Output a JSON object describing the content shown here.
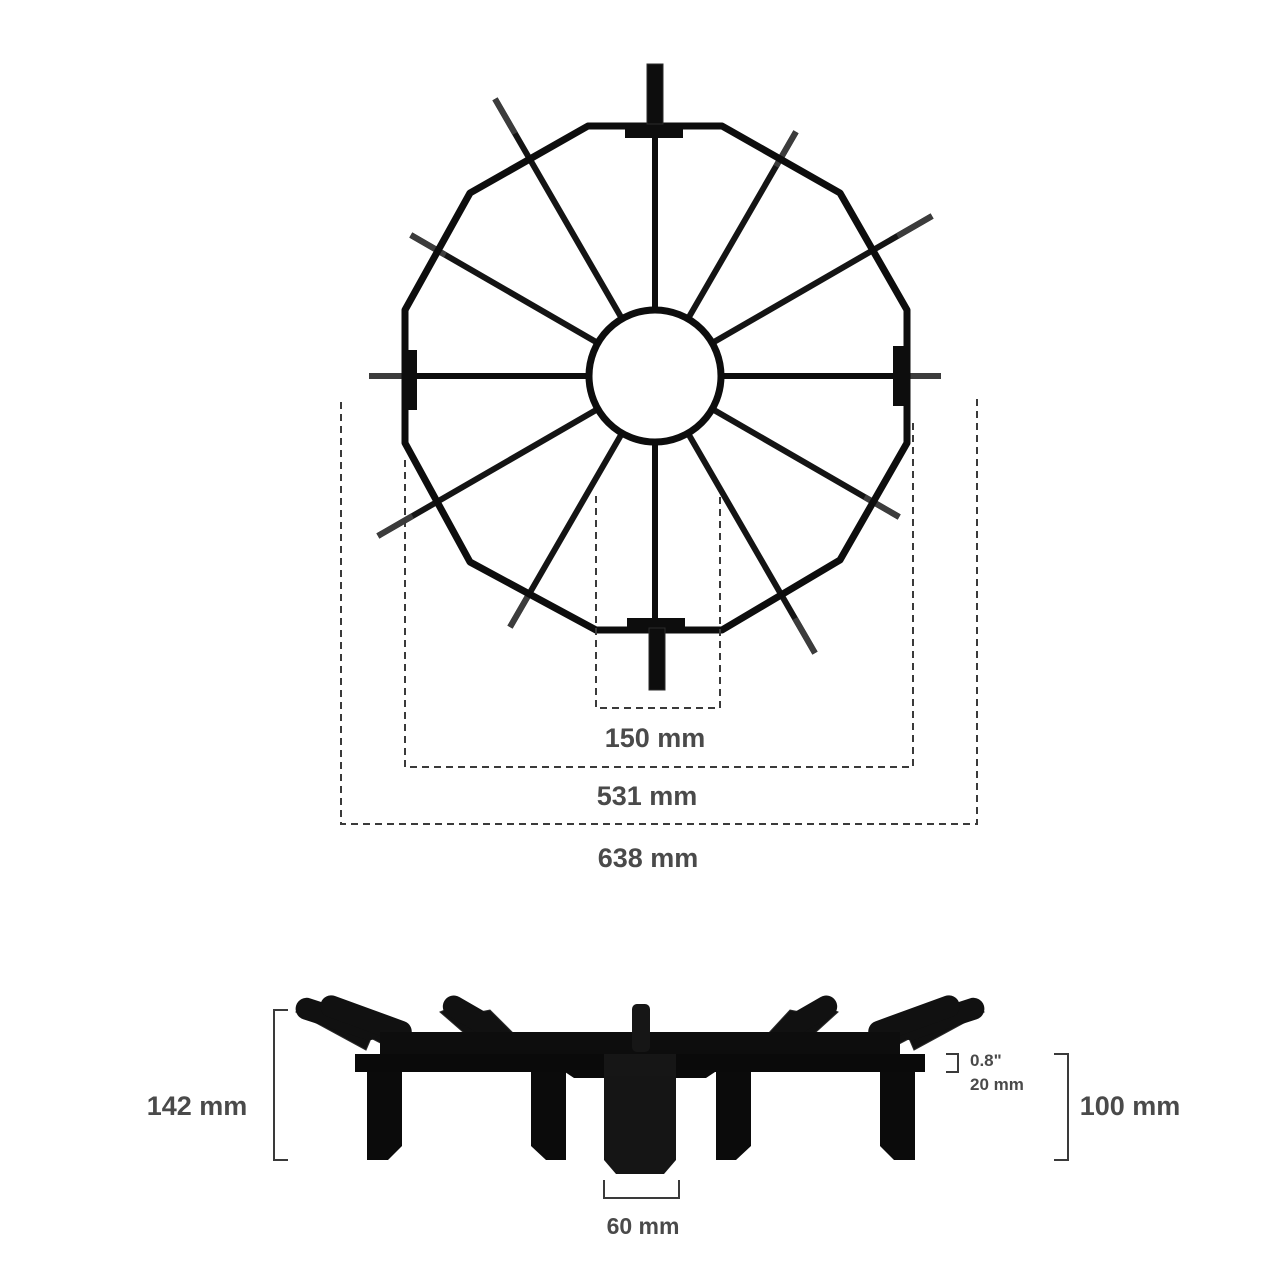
{
  "top_view": {
    "dim_inner": "150 mm",
    "dim_middle": "531 mm",
    "dim_outer": "638 mm"
  },
  "side_view": {
    "dim_total_height": "142 mm",
    "dim_leg_height": "100 mm",
    "dim_ring_thickness_in": "0.8\"",
    "dim_ring_thickness_mm": "20 mm",
    "dim_center_leg_width": "60 mm"
  },
  "colors": {
    "metal": "#0d0d0d",
    "metal_edge": "#1e1e1e",
    "dim_line": "#3a3a3a",
    "label": "#4a4a4a"
  }
}
